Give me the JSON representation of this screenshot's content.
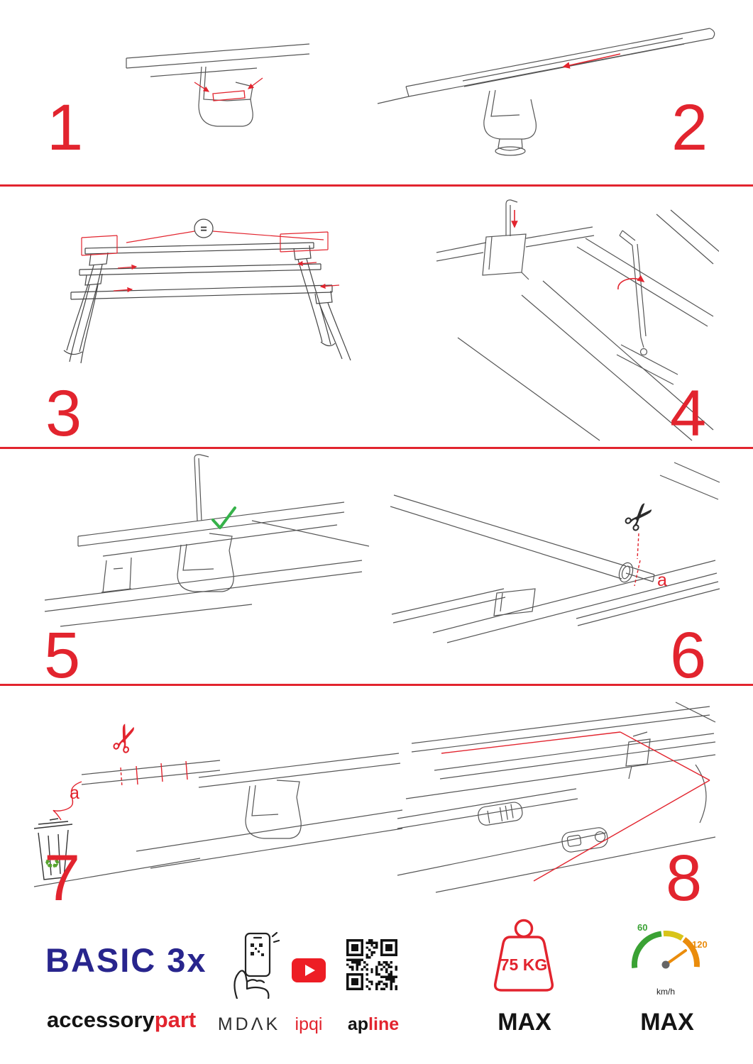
{
  "colors": {
    "accent_red": "#e2242e",
    "brand_blue": "#28258d",
    "youtube_red": "#ed1d24",
    "check_green": "#36b24a",
    "recycle_green": "#56a32d",
    "speed_green": "#3aa234",
    "speed_yellow": "#d8c419",
    "speed_orange": "#ea8c0c",
    "drawing_gray": "#555555"
  },
  "steps": [
    {
      "num": "1"
    },
    {
      "num": "2"
    },
    {
      "num": "3"
    },
    {
      "num": "4"
    },
    {
      "num": "5"
    },
    {
      "num": "6"
    },
    {
      "num": "7"
    },
    {
      "num": "8"
    }
  ],
  "labels": {
    "equal": "=",
    "cut_a_step6": "a",
    "cut_a_step7": "a"
  },
  "icons": {
    "scissors": "✂",
    "recycle": "♻"
  },
  "footer": {
    "product": "BASIC 3x",
    "brand_black": "accessory",
    "brand_red": "part",
    "partner_mdak": "MDΛK",
    "partner_ipqi": "ipqi",
    "partner_ap": "ap",
    "partner_line": "line",
    "weight_value": "75 KG",
    "weight_max": "MAX",
    "speed_low": "60",
    "speed_high": "120",
    "speed_unit": "km/h",
    "speed_max": "MAX"
  }
}
